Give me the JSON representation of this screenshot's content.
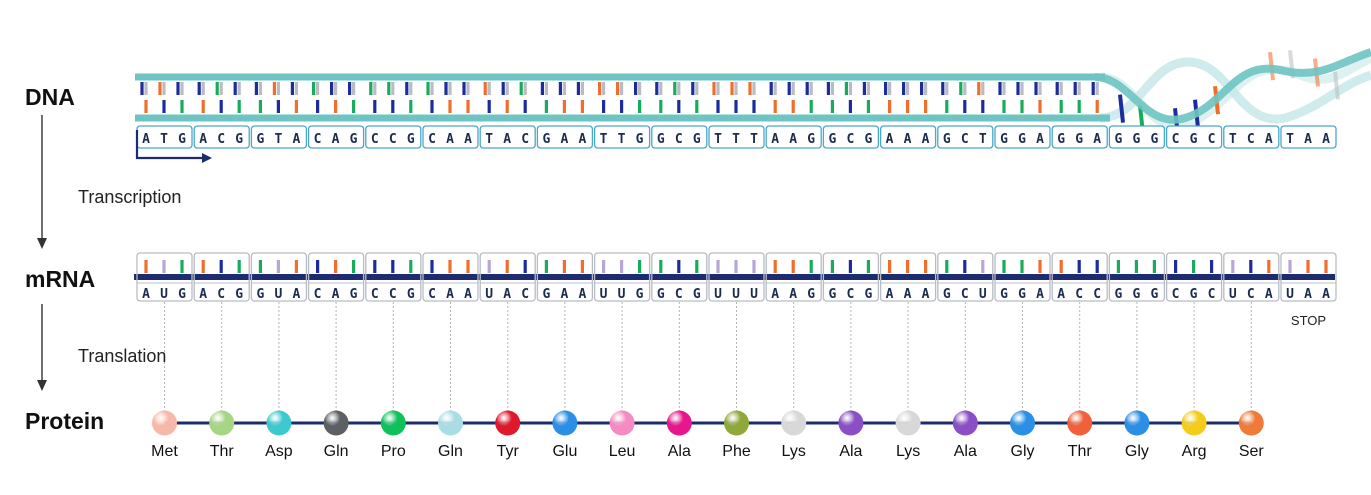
{
  "labels": {
    "dna": "DNA",
    "mrna": "mRNA",
    "protein": "Protein",
    "transcription": "Transcription",
    "translation": "Translation",
    "stop": "STOP"
  },
  "dna_codons": [
    "ATG",
    "ACG",
    "GTA",
    "CAG",
    "CCG",
    "CAA",
    "TAC",
    "GAA",
    "TTG",
    "GCG",
    "TTT",
    "AAG",
    "GCG",
    "AAA",
    "GCT",
    "GGA",
    "GGA",
    "GGG",
    "CGC",
    "TCA",
    "TAA"
  ],
  "mrna_codons": [
    "AUG",
    "ACG",
    "GUA",
    "CAG",
    "CCG",
    "CAA",
    "UAC",
    "GAA",
    "UUG",
    "GCG",
    "UUU",
    "AAG",
    "GCG",
    "AAA",
    "GCU",
    "GGA",
    "ACC",
    "GGG",
    "CGC",
    "UCA",
    "UAA"
  ],
  "amino_acids": [
    {
      "name": "Met",
      "color": "#f6b8a8"
    },
    {
      "name": "Thr",
      "color": "#a6d584"
    },
    {
      "name": "Asp",
      "color": "#3ec9cf"
    },
    {
      "name": "Gln",
      "color": "#5c5f63"
    },
    {
      "name": "Pro",
      "color": "#10c05a"
    },
    {
      "name": "Gln",
      "color": "#a8dde6"
    },
    {
      "name": "Tyr",
      "color": "#e0182d"
    },
    {
      "name": "Glu",
      "color": "#2b8fe6"
    },
    {
      "name": "Leu",
      "color": "#f48cc3"
    },
    {
      "name": "Ala",
      "color": "#e8168c"
    },
    {
      "name": "Phe",
      "color": "#8fa83a"
    },
    {
      "name": "Lys",
      "color": "#d8d8d8"
    },
    {
      "name": "Ala",
      "color": "#8a4fc4"
    },
    {
      "name": "Lys",
      "color": "#d8d8d8"
    },
    {
      "name": "Ala",
      "color": "#8a4fc4"
    },
    {
      "name": "Gly",
      "color": "#2b8fe6"
    },
    {
      "name": "Thr",
      "color": "#f0603a"
    },
    {
      "name": "Gly",
      "color": "#2b8fe6"
    },
    {
      "name": "Arg",
      "color": "#f5cc1a"
    },
    {
      "name": "Ser",
      "color": "#f07a3a"
    }
  ],
  "colors": {
    "dna_backbone": "#6ec4c2",
    "mrna_backbone": "#1c2c6e",
    "codon_box": "#4aa8c8",
    "base_A": "#f06d2b",
    "base_T": "#1c2c9e",
    "base_U": "#b8a6d8",
    "base_G": "#1aab5a",
    "base_C": "#1c2c9e",
    "base_complement": "#b9bcc2"
  }
}
